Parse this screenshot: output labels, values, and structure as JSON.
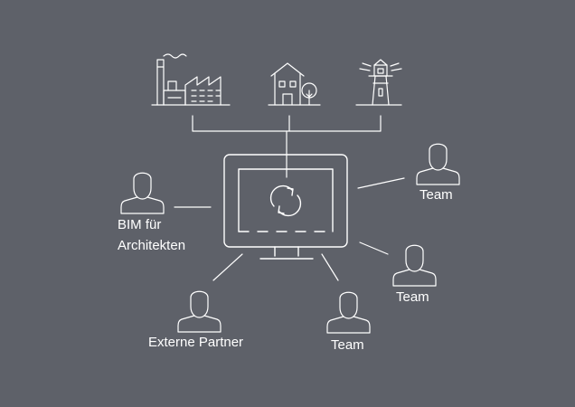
{
  "nodes": {
    "buildings": [
      {
        "icon": "factory-icon"
      },
      {
        "icon": "house-with-tree-icon"
      },
      {
        "icon": "lighthouse-icon"
      }
    ],
    "center": {
      "icon": "monitor-with-sync-icon"
    },
    "people": [
      {
        "icon": "person-icon",
        "label_lines": [
          "BIM für",
          "Architekten"
        ]
      },
      {
        "icon": "person-icon",
        "label_lines": [
          "Externe Partner"
        ]
      },
      {
        "icon": "person-icon",
        "label_lines": [
          "Team"
        ]
      },
      {
        "icon": "person-icon",
        "label_lines": [
          "Team"
        ]
      },
      {
        "icon": "person-icon",
        "label_lines": [
          "Team"
        ]
      }
    ]
  },
  "colors": {
    "background": "#5e6169",
    "line": "#ffffff",
    "text": "#ffffff"
  }
}
